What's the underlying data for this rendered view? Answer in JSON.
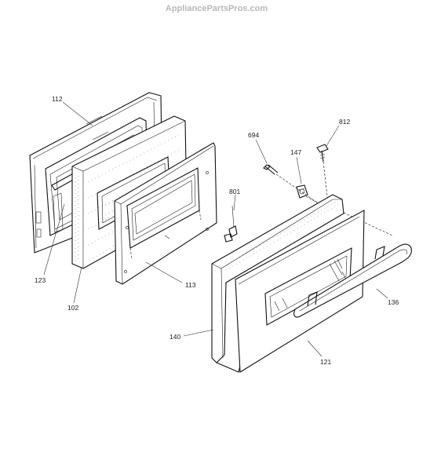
{
  "watermark": "AppliancePartsPros.com",
  "part_labels": {
    "p112": "112",
    "p123": "123",
    "p102": "102",
    "p113": "113",
    "p801": "801",
    "p694": "694",
    "p147": "147",
    "p812": "812",
    "p140": "140",
    "p121": "121",
    "p136": "136"
  }
}
